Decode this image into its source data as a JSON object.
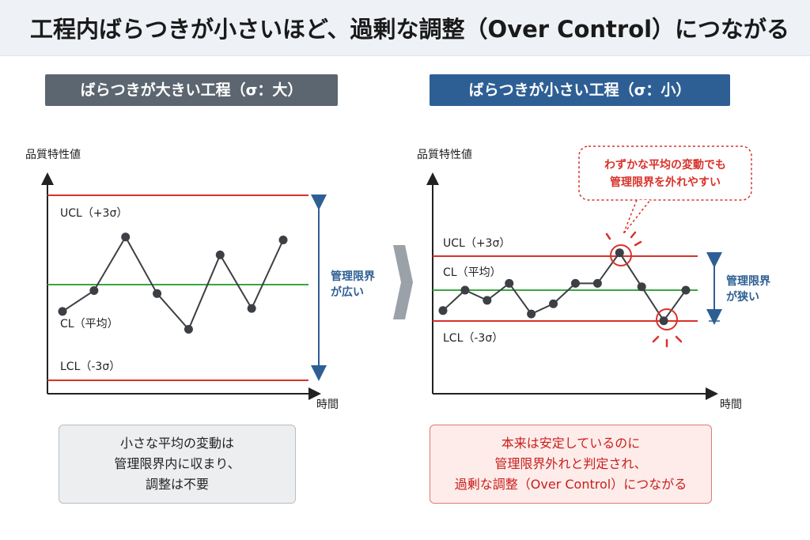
{
  "title": "工程内ばらつきが小さいほど、過剰な調整（Over Control）につながる",
  "left_panel": {
    "header": "ばらつきが大きい工程（σ：大）",
    "y_axis_label": "品質特性値",
    "x_axis_label": "時間",
    "ucl_label": "UCL（+3σ）",
    "cl_label": "CL（平均）",
    "lcl_label": "LCL（-3σ）",
    "range_note": [
      "管理限界",
      "が広い"
    ],
    "box_lines": [
      "小さな平均の変動は",
      "管理限界内に収まり、",
      "調整は不要"
    ]
  },
  "right_panel": {
    "header": "ばらつきが小さい工程（σ：小）",
    "y_axis_label": "品質特性値",
    "x_axis_label": "時間",
    "ucl_label": "UCL（+3σ）",
    "cl_label": "CL（平均）",
    "lcl_label": "LCL（-3σ）",
    "range_note": [
      "管理限界",
      "が狭い"
    ],
    "callout": [
      "わずかな平均の変動でも",
      "管理限界を外れやすい"
    ],
    "box_lines": [
      "本来は安定しているのに",
      "管理限界外れと判定され、",
      "過剰な調整（Over Control）につながる"
    ]
  },
  "colors": {
    "limit_line": "#d9322b",
    "center_line": "#3aa640",
    "range_arrow": "#2e5f94",
    "point": "#3c3f44",
    "alert": "#d9322b"
  },
  "chart_data": [
    {
      "type": "line",
      "title": "ばらつきが大きい工程（σ：大）",
      "ylabel": "品質特性値",
      "xlabel": "時間",
      "series": [
        {
          "values": [
            -0.9,
            -0.2,
            1.6,
            -0.3,
            -1.5,
            1.0,
            -0.8,
            1.5
          ]
        }
      ],
      "reference_lines": {
        "UCL": 3,
        "CL": 0,
        "LCL": -3
      }
    },
    {
      "type": "line",
      "title": "ばらつきが小さい工程（σ：小）",
      "ylabel": "品質特性値",
      "xlabel": "時間",
      "series": [
        {
          "values": [
            -0.6,
            0.0,
            -0.3,
            0.2,
            -0.7,
            -0.4,
            0.2,
            0.2,
            1.1,
            0.1,
            -0.9,
            0.0
          ]
        }
      ],
      "reference_lines": {
        "UCL": 1,
        "CL": 0,
        "LCL": -1
      }
    }
  ]
}
